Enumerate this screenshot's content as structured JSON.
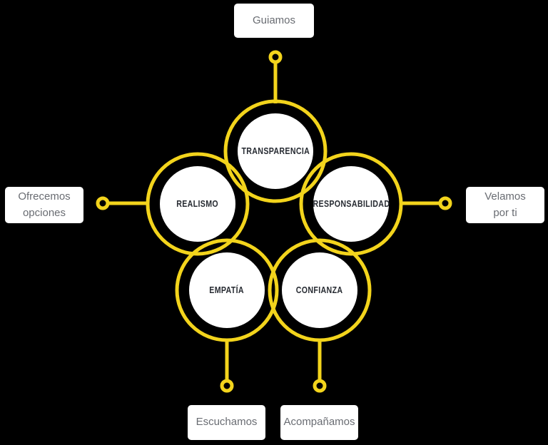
{
  "diagram_title": "Values diagram",
  "background_color": "#000000",
  "accent_color": "#F3D41C",
  "box_background_color": "#FFFFFF",
  "box_text_color": "#696C72",
  "circle_label_color": "#282C33",
  "circles": [
    {
      "label": "TRANSPARENCIA"
    },
    {
      "label": "REALISMO"
    },
    {
      "label": "RESPONSABILIDAD"
    },
    {
      "label": "EMPATÍA"
    },
    {
      "label": "CONFIANZA"
    }
  ],
  "callouts": [
    {
      "label": "Guiamos",
      "position": "top"
    },
    {
      "label": "Ofrecemos\nopciones",
      "position": "left"
    },
    {
      "label": "Velamos\npor ti",
      "position": "right"
    },
    {
      "label": "Escuchamos",
      "position": "bottom-left"
    },
    {
      "label": "Acompañamos",
      "position": "bottom-right"
    }
  ]
}
